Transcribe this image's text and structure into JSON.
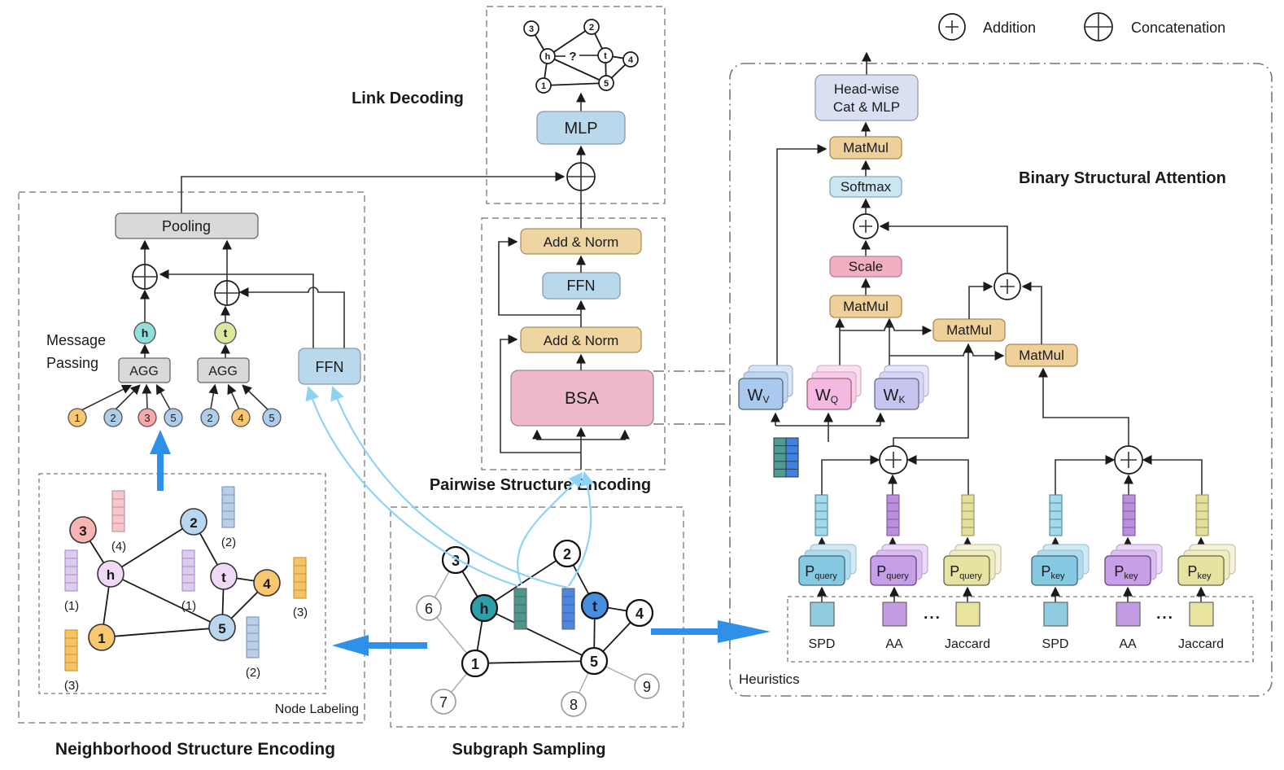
{
  "legend": {
    "addition": "Addition",
    "concatenation": "Concatenation"
  },
  "titles": {
    "link_decoding": "Link Decoding",
    "pairwise": "Pairwise Structure Encoding",
    "neighborhood": "Neighborhood Structure Encoding",
    "subgraph": "Subgraph Sampling",
    "bsa": "Binary Structural Attention",
    "node_labeling": "Node Labeling",
    "message_1": "Message",
    "message_2": "Passing",
    "heuristics": "Heuristics"
  },
  "boxes": {
    "mlp": "MLP",
    "pooling": "Pooling",
    "agg": "AGG",
    "ffn": "FFN",
    "add_norm": "Add & Norm",
    "bsa": "BSA",
    "headwise1": "Head-wise",
    "headwise2": "Cat & MLP",
    "matmul": "MatMul",
    "softmax": "Softmax",
    "scale": "Scale"
  },
  "weights": {
    "base": "W",
    "v": "V",
    "q": "Q",
    "k": "K"
  },
  "proj": {
    "base": "P",
    "query": "query",
    "key": "key"
  },
  "heur": {
    "spd": "SPD",
    "aa": "AA",
    "jaccard": "Jaccard",
    "dots": "..."
  },
  "link_graph": {
    "n3": "3",
    "n2": "2",
    "h": "h",
    "t": "t",
    "n4": "4",
    "n1": "1",
    "n5": "5",
    "qmark": "?"
  },
  "mp": {
    "h": "h",
    "t": "t",
    "left": [
      "1",
      "2",
      "3",
      "5"
    ],
    "right": [
      "2",
      "4",
      "5"
    ]
  },
  "ng": {
    "n3": "3",
    "n2": "2",
    "h": "h",
    "t": "t",
    "n4": "4",
    "n1": "1",
    "n5": "5",
    "d3": "(4)",
    "d2": "(2)",
    "dh": "(1)",
    "dt": "(1)",
    "d4": "(3)",
    "d1": "(3)",
    "d5": "(2)"
  },
  "sg": {
    "n3": "3",
    "n2": "2",
    "h": "h",
    "t": "t",
    "n4": "4",
    "n6": "6",
    "n1": "1",
    "n5": "5",
    "n7": "7",
    "n8": "8",
    "n9": "9"
  },
  "colors": {
    "thick_arrow": "#2E90E8",
    "light_curve": "#8FD3F4",
    "query_mark_red": "#C0504D",
    "tan_box": "#EFD5A2",
    "bsa_pink": "#EDB9C9",
    "scale_pink": "#F2AFC0",
    "blue_box": "#B9D8EC",
    "softmax_blue": "#C9E6F2",
    "headwise_lavender": "#D9E0F2",
    "gray_box": "#D9D9D9",
    "wv_blue": "#A9C9EE",
    "wq_pink": "#F4B9E0",
    "wk_lavender": "#C5C5F0",
    "p_cyan": "#85C9E2",
    "p_purple": "#C79EE8",
    "p_yellow": "#E6E2A2",
    "h_teal": "#2D9FA8",
    "t_blue": "#478FDC",
    "node_orange": "#F8C770",
    "node_blue": "#AECDEB",
    "node_pink": "#F8A8A8",
    "node_lavender": "#EFD9F4"
  }
}
